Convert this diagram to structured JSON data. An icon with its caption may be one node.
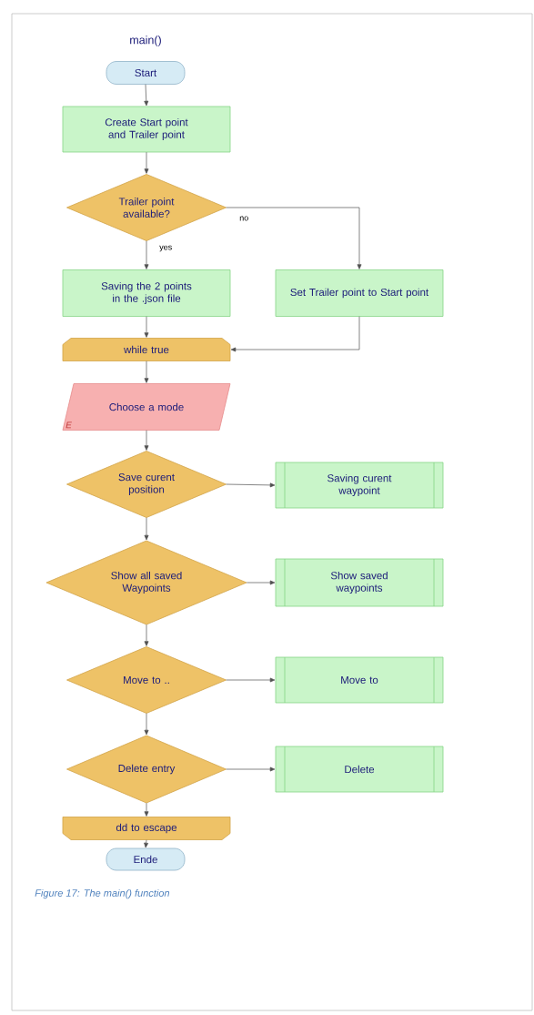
{
  "diagram": {
    "title": "main()",
    "caption": "Figure 17: The main() function",
    "nodes": [
      {
        "text": [
          "Start"
        ]
      },
      {
        "text": [
          "Create Start point and Trailer point"
        ]
      },
      {
        "text": [
          "Trailer point available?"
        ]
      },
      {
        "text": [
          "Saving the 2 points in the .json file"
        ]
      },
      {
        "text": [
          "Set Trailer point to Start point"
        ]
      },
      {
        "text": [
          "while true"
        ]
      },
      {
        "text": [
          "Choose a mode",
          "E"
        ]
      },
      {
        "text": [
          "Save curent position"
        ]
      },
      {
        "text": [
          "Saving curent waypoint"
        ]
      },
      {
        "text": [
          "Show all saved Waypoints"
        ]
      },
      {
        "text": [
          "Show saved waypoints"
        ]
      },
      {
        "text": [
          "Move to .."
        ]
      },
      {
        "text": [
          "Move to"
        ]
      },
      {
        "text": [
          "Delete entry"
        ]
      },
      {
        "text": [
          "Delete"
        ]
      },
      {
        "text": [
          "dd to escape"
        ]
      },
      {
        "text": [
          "Ende"
        ]
      }
    ],
    "edges": [
      {
        "from": 0,
        "to": 1,
        "arrow": "to"
      },
      {
        "from": 1,
        "to": 2,
        "arrow": "to"
      },
      {
        "from": 2,
        "to": 3,
        "arrow": "to",
        "label": "yes"
      },
      {
        "from": 2,
        "to": 4,
        "arrow": "to",
        "label": "no"
      },
      {
        "from": 3,
        "to": 5,
        "arrow": "to"
      },
      {
        "from": 4,
        "to": 5,
        "arrow": "to"
      },
      {
        "from": 5,
        "to": 6,
        "arrow": "to"
      },
      {
        "from": 6,
        "to": 7,
        "arrow": "to"
      },
      {
        "from": 7,
        "to": 8,
        "arrow": "to"
      },
      {
        "from": 7,
        "to": 9,
        "arrow": "to"
      },
      {
        "from": 9,
        "to": 10,
        "arrow": "to"
      },
      {
        "from": 9,
        "to": 11,
        "arrow": "to"
      },
      {
        "from": 11,
        "to": 12,
        "arrow": "to"
      },
      {
        "from": 11,
        "to": 13,
        "arrow": "to"
      },
      {
        "from": 13,
        "to": 14,
        "arrow": "to"
      },
      {
        "from": 13,
        "to": 15,
        "arrow": "to"
      },
      {
        "from": 15,
        "to": 16,
        "arrow": "to"
      }
    ]
  }
}
